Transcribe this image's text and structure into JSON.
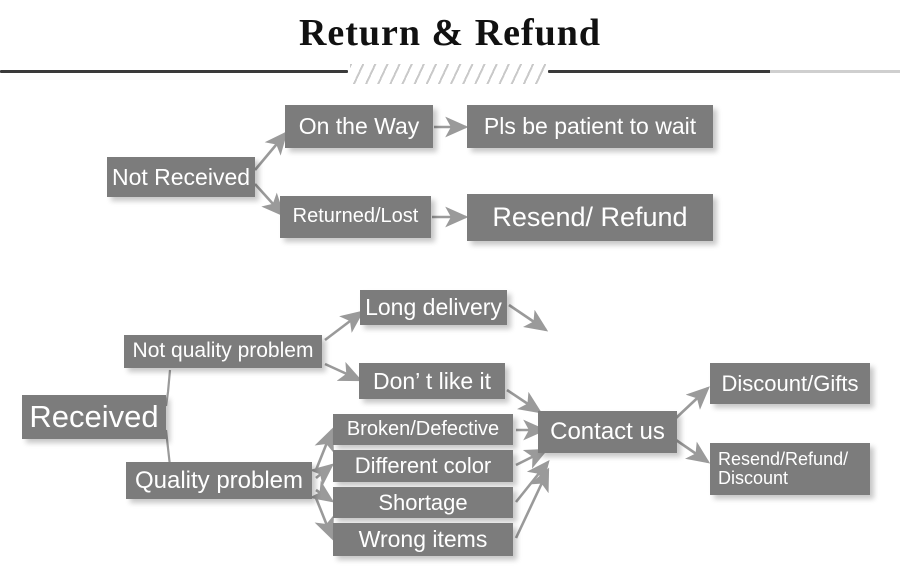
{
  "header": {
    "title": "Return & Refund",
    "divider_icon": "hatched-divider"
  },
  "colors": {
    "box_fill": "#7c7c7c",
    "box_text": "#ffffff",
    "connector": "#9a9a9a",
    "rule": "#3a3a3a",
    "background": "#ffffff"
  },
  "diagram": {
    "type": "flowchart",
    "branches": [
      {
        "root": "Not Received",
        "children": [
          {
            "label": "On the Way",
            "result": "Pls be patient to wait"
          },
          {
            "label": "Returned/Lost",
            "result": "Resend/ Refund"
          }
        ]
      },
      {
        "root": "Received",
        "children": [
          {
            "label": "Not quality problem",
            "reasons": [
              "Long delivery",
              "Don’ t like it"
            ]
          },
          {
            "label": "Quality problem",
            "reasons": [
              "Broken/Defective",
              "Different color",
              "Shortage",
              "Wrong items"
            ]
          }
        ],
        "action": "Contact us",
        "outcomes": [
          "Discount/Gifts",
          "Resend/Refund/\nDiscount"
        ]
      }
    ]
  },
  "nodes": {
    "not_received": "Not Received",
    "on_the_way": "On the Way",
    "pls_be_patient": "Pls be patient to wait",
    "returned_lost": "Returned/Lost",
    "resend_refund": "Resend/ Refund",
    "received": "Received",
    "not_quality_problem": "Not quality problem",
    "quality_problem": "Quality problem",
    "long_delivery": "Long delivery",
    "dont_like_it": "Don’ t like it",
    "broken_defective": "Broken/Defective",
    "different_color": "Different color",
    "shortage": "Shortage",
    "wrong_items": "Wrong items",
    "contact_us": "Contact us",
    "discount_gifts": "Discount/Gifts",
    "resend_refund_discount": "Resend/Refund/\nDiscount"
  }
}
